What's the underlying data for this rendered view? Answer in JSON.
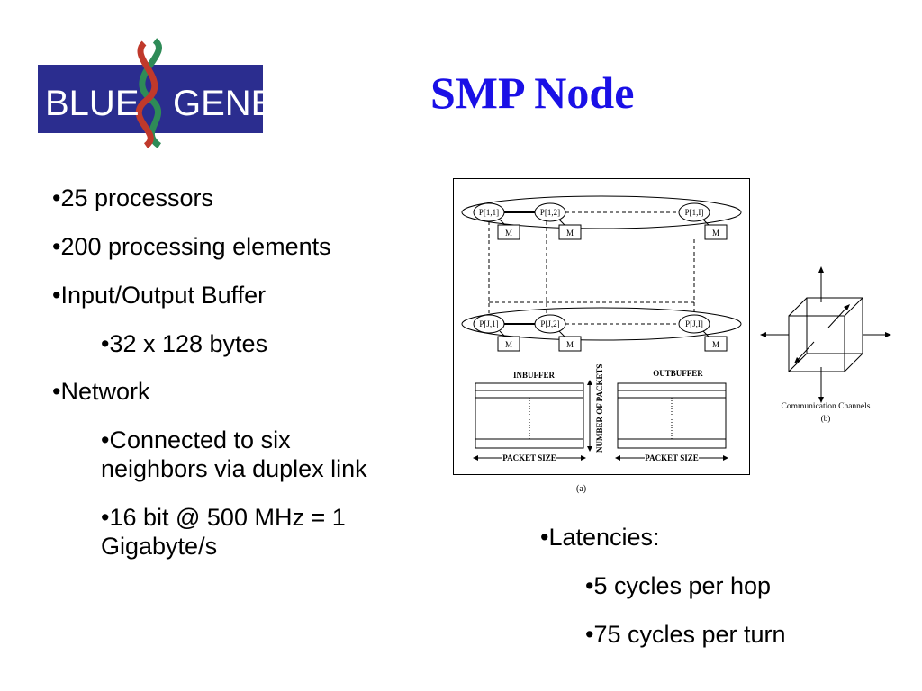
{
  "logo": {
    "text_left": "BLUE",
    "text_right": "GENE",
    "bg_color": "#2b2d8f",
    "helix_colors": [
      "#c0392b",
      "#2e8b57"
    ]
  },
  "title": "SMP Node",
  "left_bullets": [
    {
      "text": "•25 processors",
      "level": 1
    },
    {
      "text": "•200 processing elements",
      "level": 1
    },
    {
      "text": "•Input/Output Buffer",
      "level": 1
    },
    {
      "text": "•32 x 128 bytes",
      "level": 2
    },
    {
      "text": "•Network",
      "level": 1
    },
    {
      "text": "•Connected to six neighbors via duplex link",
      "level": 2
    },
    {
      "text": "•16 bit @ 500 MHz = 1 Gigabyte/s",
      "level": 2
    }
  ],
  "right_bullets": [
    {
      "text": "•Latencies:",
      "level": 1
    },
    {
      "text": "•5 cycles per hop",
      "level": 2
    },
    {
      "text": "•75 cycles per turn",
      "level": 2
    }
  ],
  "diagram_a": {
    "nodes_top": [
      "P[1,1]",
      "P[1,2]",
      "P[1,I]"
    ],
    "nodes_bottom": [
      "P[J,1]",
      "P[J,2]",
      "P[J,I]"
    ],
    "memory_label": "M",
    "inbuffer_label": "INBUFFER",
    "outbuffer_label": "OUTBUFFER",
    "number_label": "NUMBER OF PACKETS",
    "packet_size_label": "PACKET SIZE",
    "caption": "(a)"
  },
  "diagram_b": {
    "label": "Communication Channels",
    "caption": "(b)"
  }
}
